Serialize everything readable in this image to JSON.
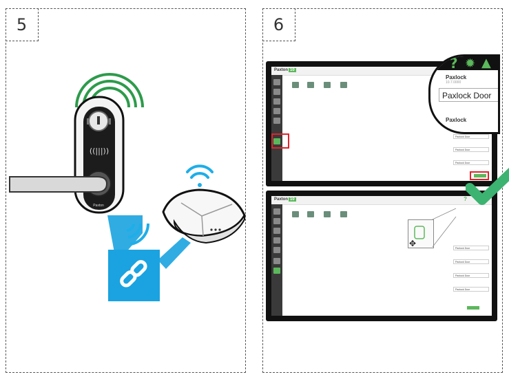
{
  "steps": [
    {
      "number": "5"
    },
    {
      "number": "6"
    }
  ],
  "lock": {
    "brand": "Paxton"
  },
  "software": {
    "brand": "Paxton",
    "brand_tag": "10",
    "zoom_title": "Paxlock",
    "zoom_subtitle": "10.7.0000",
    "zoom_door_name": "Paxlock Door",
    "zoom_bottom_title": "Paxlock",
    "door_fields": [
      "Paxlock Door",
      "Paxlock Door",
      "Paxlock Door",
      "Paxlock Door",
      "Paxlock Door"
    ]
  },
  "colors": {
    "paxton_green": "#2d9b4b",
    "wifi_blue": "#1eaee8",
    "link_blue": "#1aa3e0",
    "check_green": "#3cb371",
    "highlight_red": "#e0232b"
  }
}
